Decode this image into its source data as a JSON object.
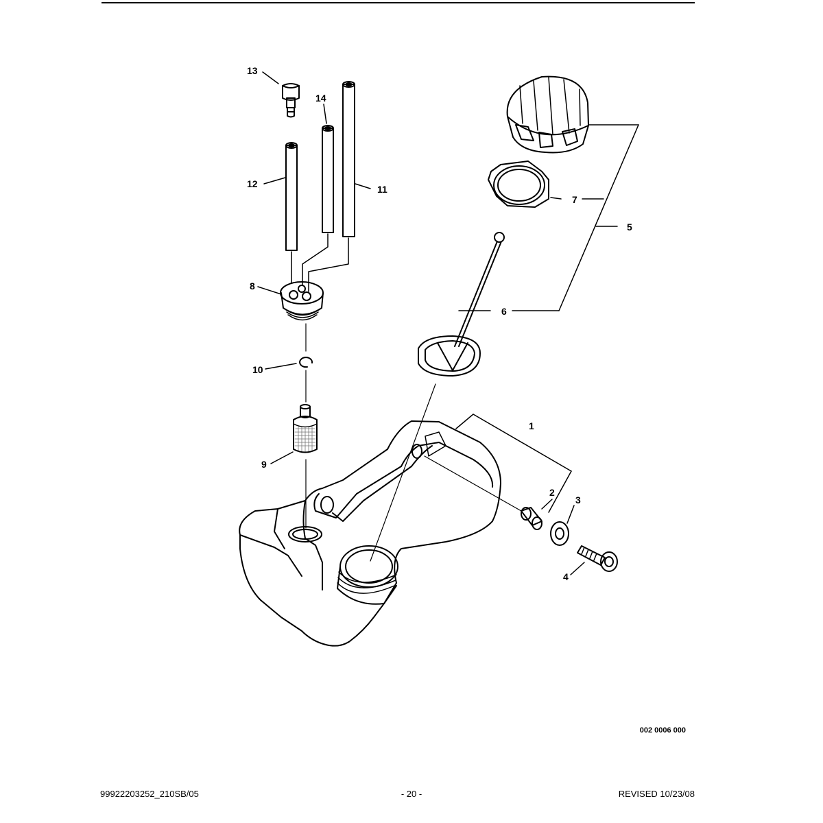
{
  "callouts": {
    "c1": "1",
    "c2": "2",
    "c3": "3",
    "c4": "4",
    "c5": "5",
    "c6": "6",
    "c7": "7",
    "c8": "8",
    "c9": "9",
    "c10": "10",
    "c11": "11",
    "c12": "12",
    "c13": "13",
    "c14": "14"
  },
  "drawing_number": "002 0006 000",
  "footer": {
    "left": "99922203252_210SB/05",
    "center": "- 20 -",
    "right": "REVISED 10/23/08"
  }
}
